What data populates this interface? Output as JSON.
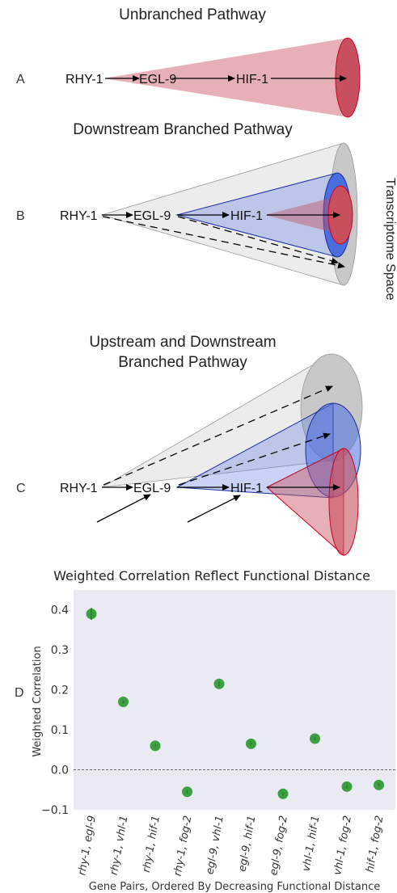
{
  "panelA": {
    "letter": "A",
    "title": "Unbranched Pathway",
    "genes": [
      "RHY-1",
      "EGL-9",
      "HIF-1"
    ]
  },
  "panelB": {
    "letter": "B",
    "title": "Downstream Branched Pathway",
    "genes": [
      "RHY-1",
      "EGL-9",
      "HIF-1"
    ],
    "side_label": "Transcriptome Space"
  },
  "panelC": {
    "letter": "C",
    "title_line1": "Upstream and Downstream",
    "title_line2": "Branched Pathway",
    "genes": [
      "RHY-1",
      "EGL-9",
      "HIF-1"
    ]
  },
  "colors": {
    "red_fill": "#c8505e",
    "blue_fill": "#4a6ee0",
    "gray_fill": "#c8c8c8",
    "plot_bg": "#eaeaf2",
    "marker": "#3ca040"
  },
  "panelD": {
    "letter": "D",
    "chart_data": {
      "type": "scatter",
      "title": "Weighted Correlation Reflect Functional Distance",
      "xlabel": "Gene Pairs, Ordered By Decreasing Functional Distance",
      "ylabel": "Weighted Correlation",
      "ylim": [
        -0.1,
        0.45
      ],
      "yticks": [
        "0.4",
        "0.3",
        "0.2",
        "0.1",
        "0.0",
        "−0.1"
      ],
      "ytick_values": [
        0.4,
        0.3,
        0.2,
        0.1,
        0.0,
        -0.1
      ],
      "categories": [
        "rhy-1, egl-9",
        "rhy-1, vhl-1",
        "rhy-1, hif-1",
        "rhy-1, fog-2",
        "egl-9, vhl-1",
        "egl-9, hif-1",
        "egl-9, fog-2",
        "vhl-1, hif-1",
        "vhl-1, fog-2",
        "hif-1, fog-2"
      ],
      "values": [
        0.39,
        0.17,
        0.06,
        -0.055,
        0.215,
        0.065,
        -0.06,
        0.078,
        -0.042,
        -0.038
      ],
      "errors": [
        0.015,
        0.004,
        0.004,
        0.004,
        0.006,
        0.004,
        0.004,
        0.004,
        0.004,
        0.004
      ],
      "reference_line": 0.0,
      "grid": false
    }
  }
}
